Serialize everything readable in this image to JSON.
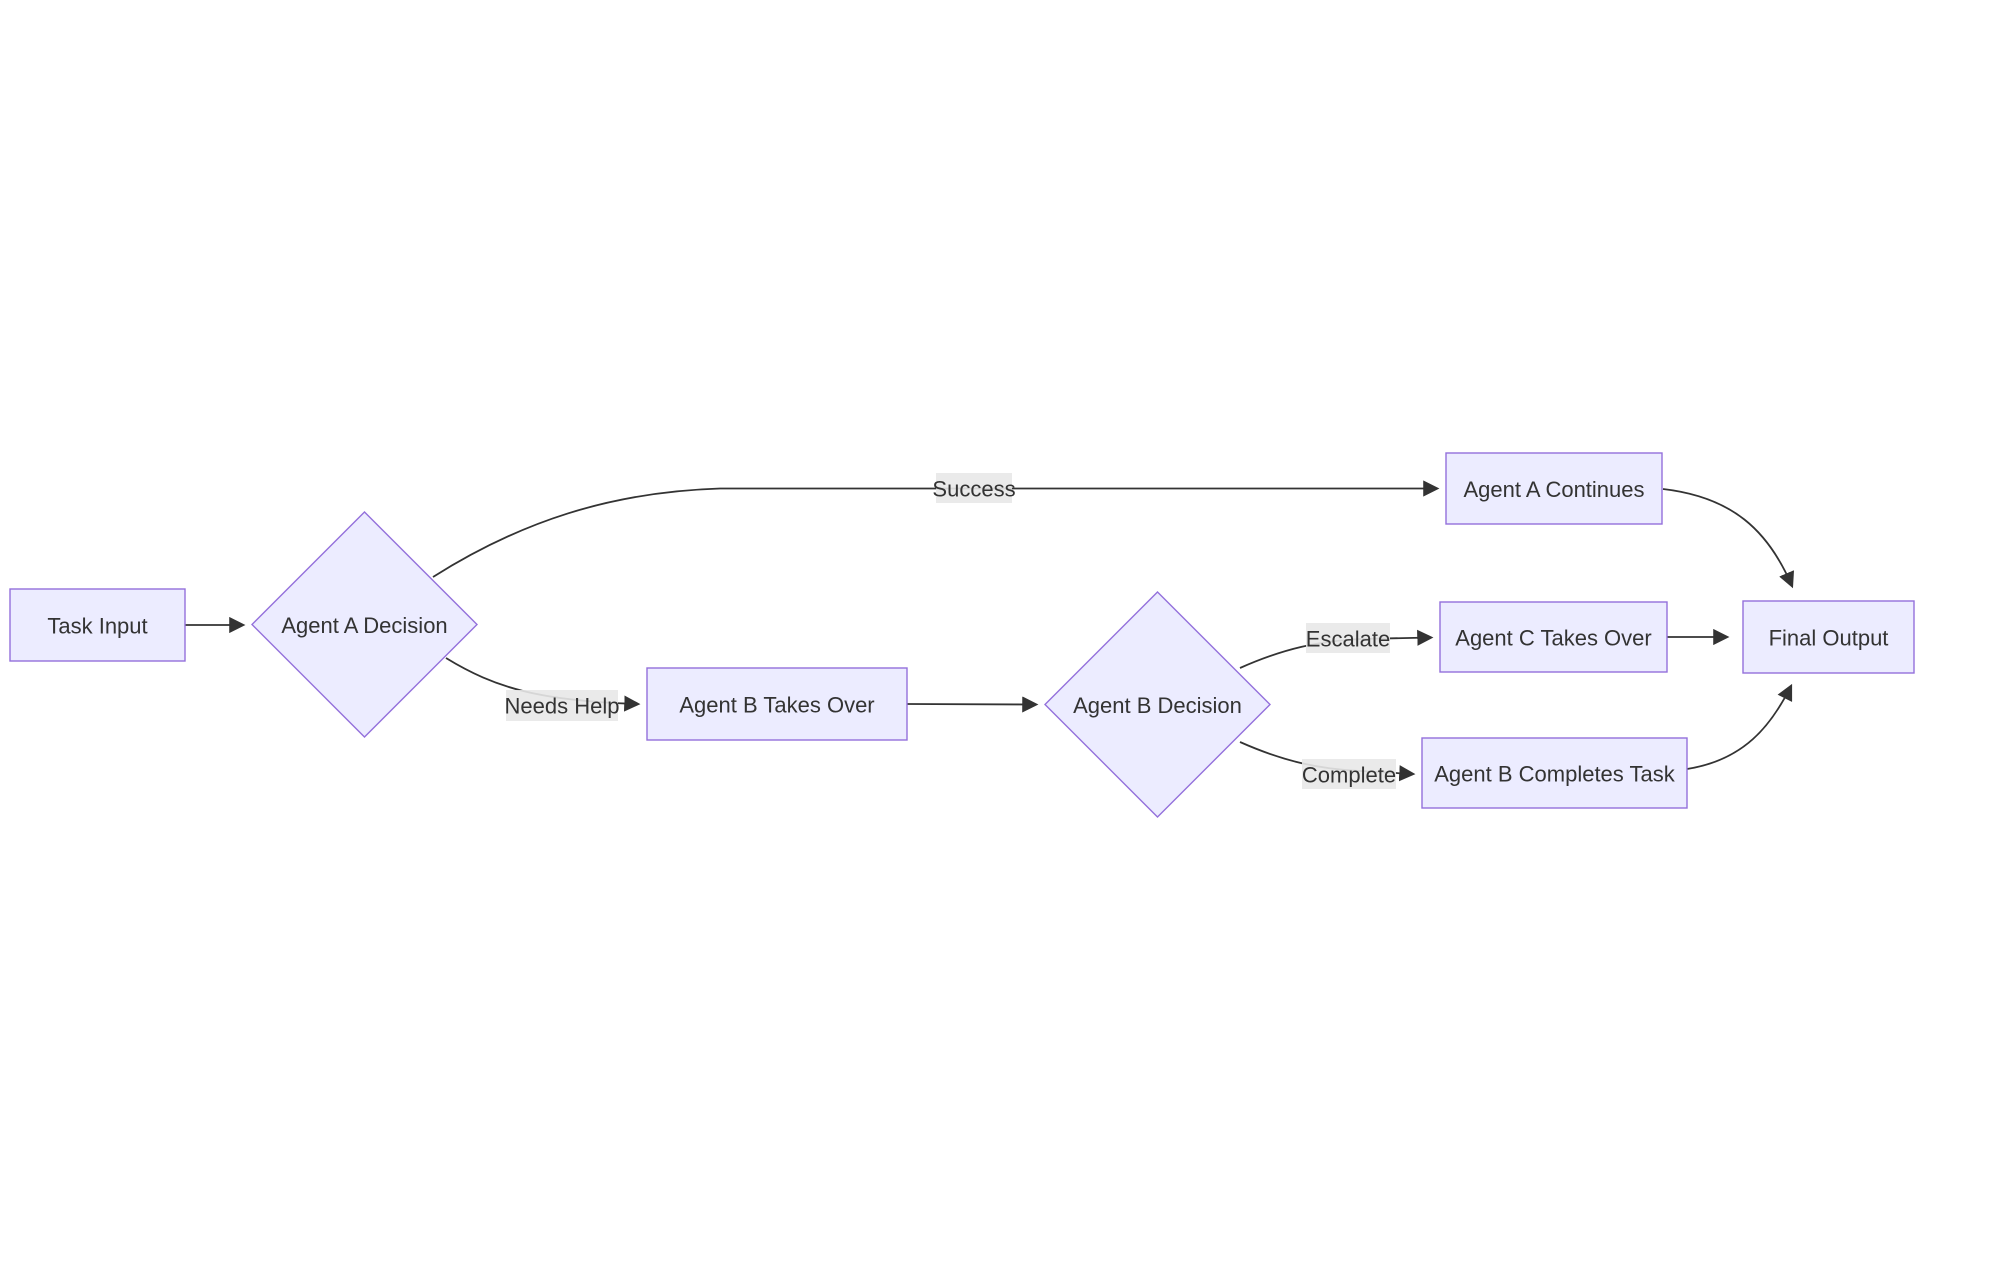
{
  "diagram": {
    "type": "flowchart",
    "direction": "left-to-right",
    "colors": {
      "background": "#ffffff",
      "node_fill": "#ECECFF",
      "node_border": "#9370DB",
      "edge_stroke": "#333333",
      "edge_label_background": "#e8e8e8",
      "text_color": "#333333"
    },
    "nodes": [
      {
        "id": "task_input",
        "label": "Task Input",
        "shape": "rect"
      },
      {
        "id": "agent_a_decision",
        "label": "Agent A Decision",
        "shape": "diamond"
      },
      {
        "id": "agent_a_continues",
        "label": "Agent A Continues",
        "shape": "rect"
      },
      {
        "id": "agent_b_takes_over",
        "label": "Agent B Takes Over",
        "shape": "rect"
      },
      {
        "id": "agent_b_decision",
        "label": "Agent B Decision",
        "shape": "diamond"
      },
      {
        "id": "agent_c_takes_over",
        "label": "Agent C Takes Over",
        "shape": "rect"
      },
      {
        "id": "agent_b_completes_task",
        "label": "Agent B Completes Task",
        "shape": "rect"
      },
      {
        "id": "final_output",
        "label": "Final Output",
        "shape": "rect"
      }
    ],
    "edges": [
      {
        "from": "task_input",
        "to": "agent_a_decision",
        "label": ""
      },
      {
        "from": "agent_a_decision",
        "to": "agent_a_continues",
        "label": "Success"
      },
      {
        "from": "agent_a_decision",
        "to": "agent_b_takes_over",
        "label": "Needs Help"
      },
      {
        "from": "agent_b_takes_over",
        "to": "agent_b_decision",
        "label": ""
      },
      {
        "from": "agent_b_decision",
        "to": "agent_c_takes_over",
        "label": "Escalate"
      },
      {
        "from": "agent_b_decision",
        "to": "agent_b_completes_task",
        "label": "Complete"
      },
      {
        "from": "agent_c_takes_over",
        "to": "final_output",
        "label": ""
      },
      {
        "from": "agent_a_continues",
        "to": "final_output",
        "label": ""
      },
      {
        "from": "agent_b_completes_task",
        "to": "final_output",
        "label": ""
      }
    ]
  }
}
